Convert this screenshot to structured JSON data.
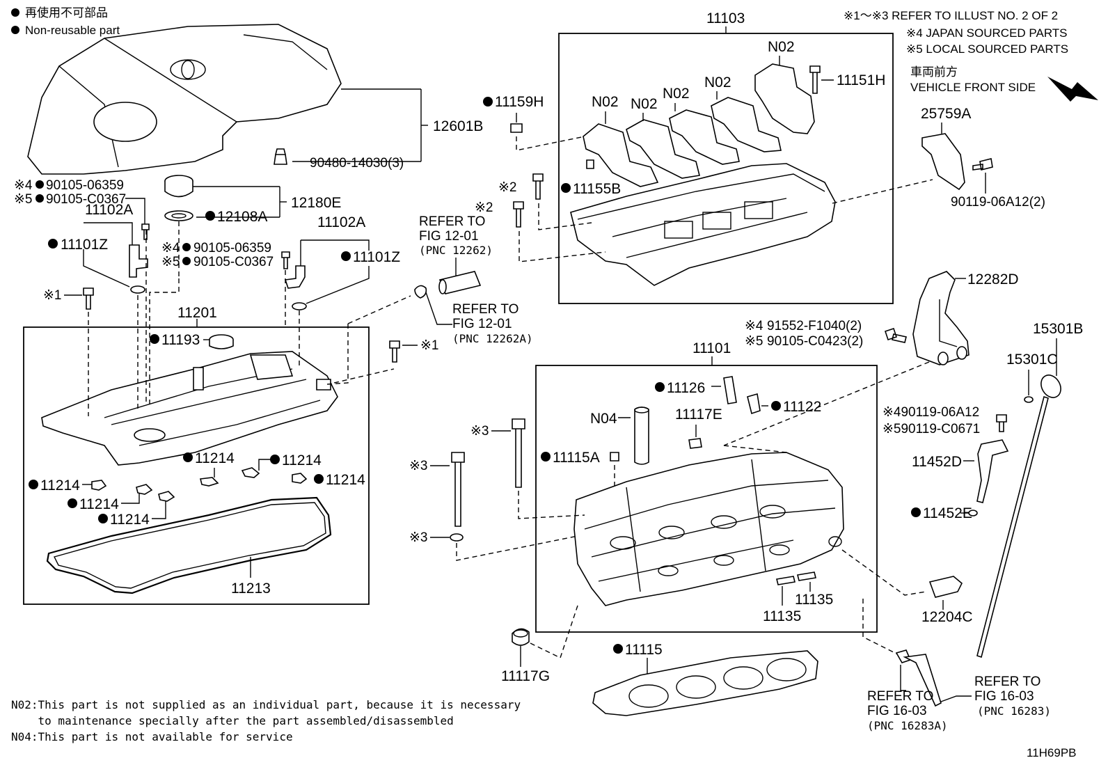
{
  "legend": {
    "jp": "再使用不可部品",
    "en": "Non-reusable part"
  },
  "notes_top_right": {
    "line1": "※1～※3  REFER TO ILLUST NO. 2 OF 2",
    "line2": "※4 JAPAN SOURCED PARTS",
    "line3": "※5 LOCAL SOURCED PARTS",
    "front_jp": "車両前方",
    "front_en": "VEHICLE FRONT SIDE"
  },
  "labels": {
    "p11103": "11103",
    "p11151H": "11151H",
    "n02_a": "N02",
    "n02_b": "N02",
    "n02_c": "N02",
    "n02_d": "N02",
    "n02_e": "N02",
    "p11159H": "11159H",
    "p11155B": "11155B",
    "m2_a": "※2",
    "m2_b": "※2",
    "p25759A": "25759A",
    "p90119_06A12_2": "90119-06A12(2)",
    "p12601B": "12601B",
    "p90480": "90480-14030(3)",
    "m4_a": "※4",
    "p90105_06359_a": "90105-06359",
    "m5_a": "※5",
    "p90105_C0367_a": "90105-C0367",
    "p11102A_a": "11102A",
    "p11101Z_a": "11101Z",
    "p12180E": "12180E",
    "p12108A": "12108A",
    "p11102A_b": "11102A",
    "m4_b": "※4",
    "p90105_06359_b": "90105-06359",
    "m5_b": "※5",
    "p90105_C0367_b": "90105-C0367",
    "p11101Z_b": "11101Z",
    "refer_a1": "REFER TO",
    "refer_a2": "FIG 12-01",
    "refer_a3": "(PNC 12262)",
    "refer_b1": "REFER TO",
    "refer_b2": "FIG 12-01",
    "refer_b3": "(PNC 12262A)",
    "m1_a": "※1",
    "m1_b": "※1",
    "p11201": "11201",
    "p11193": "11193",
    "p11214_a": "11214",
    "p11214_b": "11214",
    "p11214_c": "11214",
    "p11214_d": "11214",
    "p11214_e": "11214",
    "p11214_f": "11214",
    "p11213": "11213",
    "p12282D": "12282D",
    "m4_c": "※4",
    "p91552": "91552-F1040(2)",
    "m5_c": "※5",
    "p90105_C0423": "90105-C0423(2)",
    "p15301B": "15301B",
    "p15301C": "15301C",
    "p11101": "11101",
    "p11126": "11126",
    "p11122": "11122",
    "n04": "N04",
    "p11117E": "11117E",
    "p11115A": "11115A",
    "m3_a": "※3",
    "m3_b": "※3",
    "m3_c": "※3",
    "p4_90119": "※490119-06A12",
    "p5_90119": "※590119-C0671",
    "p11452D": "11452D",
    "p11452E": "11452E",
    "p11135_a": "11135",
    "p11135_b": "11135",
    "p12204C": "12204C",
    "p11117G": "11117G",
    "p11115": "11115",
    "refer_c1": "REFER TO",
    "refer_c2": "FIG 16-03",
    "refer_c3": "(PNC 16283A)",
    "refer_d1": "REFER TO",
    "refer_d2": "FIG 16-03",
    "refer_d3": "(PNC 16283)"
  },
  "footnotes": {
    "n02_line1": "N02:This part is not supplied as an individual part, because it is necessary",
    "n02_line2": "    to maintenance specially after the part assembled/disassembled",
    "n04_line": "N04:This part is not available for service"
  },
  "figure_code": "11H69PB"
}
